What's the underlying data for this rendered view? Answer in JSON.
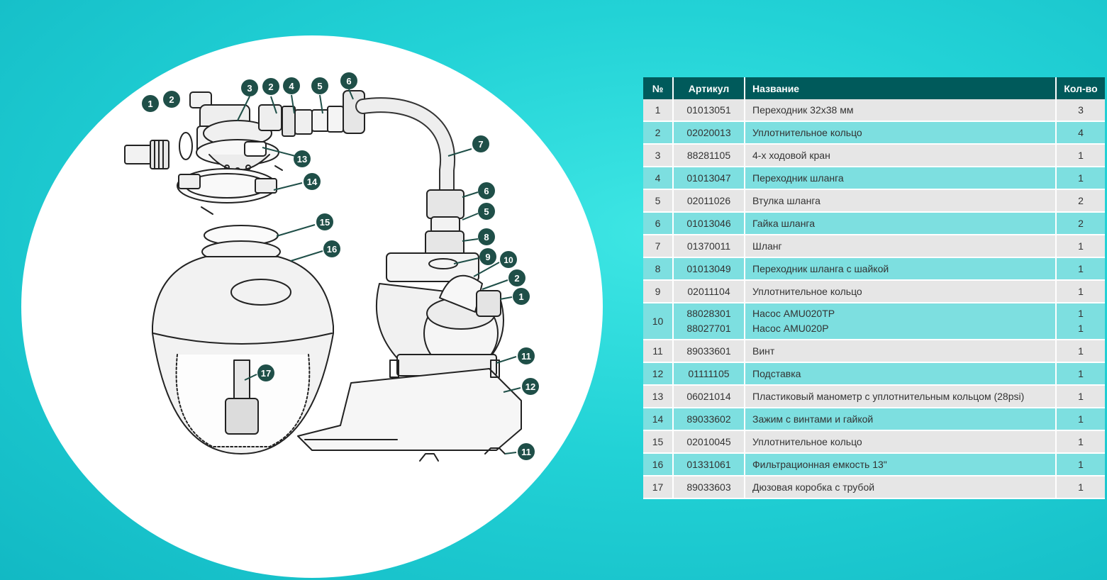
{
  "callouts": [
    "1",
    "2",
    "3",
    "2",
    "4",
    "5",
    "6",
    "7",
    "13",
    "14",
    "6",
    "5",
    "8",
    "9",
    "10",
    "2",
    "1",
    "15",
    "16",
    "17",
    "11",
    "12",
    "11"
  ],
  "table": {
    "headers": {
      "num": "№",
      "article": "Артикул",
      "name": "Название",
      "qty": "Кол-во"
    },
    "rows": [
      {
        "num": "1",
        "article": "01013051",
        "name": "Переходник 32х38 мм",
        "qty": "3"
      },
      {
        "num": "2",
        "article": "02020013",
        "name": "Уплотнительное кольцо",
        "qty": "4"
      },
      {
        "num": "3",
        "article": "88281105",
        "name": "4-х ходовой кран",
        "qty": "1"
      },
      {
        "num": "4",
        "article": "01013047",
        "name": "Переходник шланга",
        "qty": "1"
      },
      {
        "num": "5",
        "article": "02011026",
        "name": "Втулка шланга",
        "qty": "2"
      },
      {
        "num": "6",
        "article": "01013046",
        "name": "Гайка шланга",
        "qty": "2"
      },
      {
        "num": "7",
        "article": "01370011",
        "name": "Шланг",
        "qty": "1"
      },
      {
        "num": "8",
        "article": "01013049",
        "name": "Переходник шланга с шайкой",
        "qty": "1"
      },
      {
        "num": "9",
        "article": "02011104",
        "name": "Уплотнительное кольцо",
        "qty": "1"
      },
      {
        "num": "10",
        "article": "88028301",
        "article2": "88027701",
        "name": "Насос AMU020TP",
        "name2": "Насос AMU020P",
        "qty": "1",
        "qty2": "1"
      },
      {
        "num": "11",
        "article": "89033601",
        "name": "Винт",
        "qty": "1"
      },
      {
        "num": "12",
        "article": "01111105",
        "name": "Подставка",
        "qty": "1"
      },
      {
        "num": "13",
        "article": "06021014",
        "name": "Пластиковый манометр с уплотнительным кольцом (28psi)",
        "qty": "1"
      },
      {
        "num": "14",
        "article": "89033602",
        "name": "Зажим с винтами и гайкой",
        "qty": "1"
      },
      {
        "num": "15",
        "article": "02010045",
        "name": "Уплотнительное кольцо",
        "qty": "1"
      },
      {
        "num": "16",
        "article": "01331061",
        "name": "Фильтрационная емкость 13\"",
        "qty": "1"
      },
      {
        "num": "17",
        "article": "89033603",
        "name": "Дюзовая коробка с трубой",
        "qty": "1"
      }
    ]
  },
  "colors": {
    "header_bg": "#005a5b",
    "row_odd": "#e6e6e6",
    "row_even": "#7ddfe0",
    "callout": "#1f4f48"
  }
}
